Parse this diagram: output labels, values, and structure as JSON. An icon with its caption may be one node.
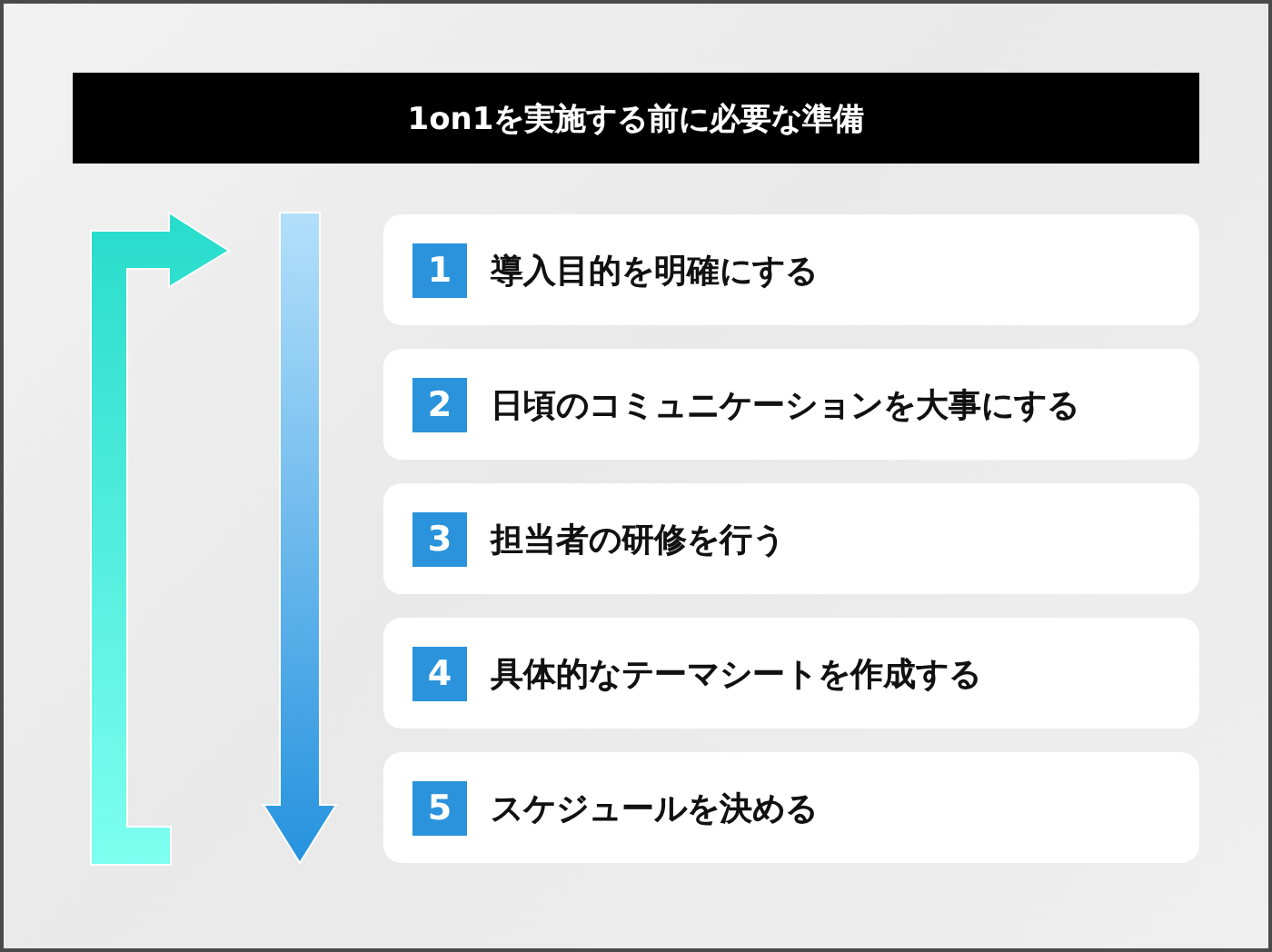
{
  "diagram": {
    "title": "1on1を実施する前に必要な準備",
    "nodes": [
      {
        "text": [
          "1",
          "導入目的を明確にする"
        ]
      },
      {
        "text": [
          "2",
          "日頃のコミュニケーションを大事にする"
        ]
      },
      {
        "text": [
          "3",
          "担当者の研修を行う"
        ]
      },
      {
        "text": [
          "4",
          "具体的なテーマシートを作成する"
        ]
      },
      {
        "text": [
          "5",
          "スケジュールを決める"
        ]
      }
    ],
    "edges": []
  }
}
